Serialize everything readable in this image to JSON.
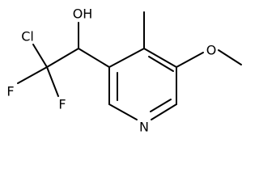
{
  "molecule": {
    "labels": {
      "hydroxyl": "OH",
      "chlorine": "Cl",
      "fluorine_left": "F",
      "fluorine_right": "F",
      "methoxy_oxygen": "O",
      "ring_nitrogen": "N"
    },
    "colors": {
      "bonds": "#000000",
      "text": "#000000",
      "background": "#ffffff"
    }
  }
}
